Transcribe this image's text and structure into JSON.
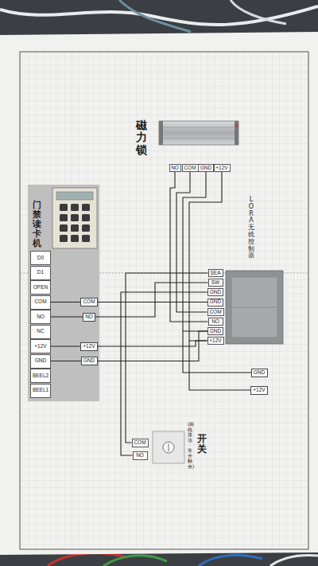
{
  "diagram": {
    "nodes": [
      {
        "text": [
          "门禁读卡机"
        ]
      },
      {
        "text": [
          "D0"
        ],
        "in": 0
      },
      {
        "text": [
          "D1"
        ],
        "in": 0
      },
      {
        "text": [
          "OPEN"
        ],
        "in": 0
      },
      {
        "text": [
          "COM"
        ],
        "in": 0
      },
      {
        "text": [
          "NO"
        ],
        "in": 0
      },
      {
        "text": [
          "NC"
        ],
        "in": 0
      },
      {
        "text": [
          "+12V"
        ],
        "in": 0
      },
      {
        "text": [
          "GND"
        ],
        "in": 0
      },
      {
        "text": [
          "BEEL2"
        ],
        "in": 0
      },
      {
        "text": [
          "BEEL1"
        ],
        "in": 0
      },
      {
        "text": [
          "磁力锁"
        ]
      },
      {
        "text": [
          "NO"
        ],
        "in": 11
      },
      {
        "text": [
          "COM"
        ],
        "in": 11
      },
      {
        "text": [
          "GND"
        ],
        "in": 11
      },
      {
        "text": [
          "+12V"
        ],
        "in": 11
      },
      {
        "text": [
          "LORA无线控制器"
        ]
      },
      {
        "text": [
          "SEA"
        ],
        "in": 16
      },
      {
        "text": [
          "SW"
        ],
        "in": 16
      },
      {
        "text": [
          "GND"
        ],
        "in": 16
      },
      {
        "text": [
          "GND"
        ],
        "in": 16
      },
      {
        "text": [
          "COM"
        ],
        "in": 16
      },
      {
        "text": [
          "NO"
        ],
        "in": 16
      },
      {
        "text": [
          "GND"
        ],
        "in": 16
      },
      {
        "text": [
          "+12V"
        ],
        "in": 16
      },
      {
        "text": [
          "开关",
          "(两线接法·常开触点)"
        ]
      },
      {
        "text": [
          "COM"
        ],
        "in": 25
      },
      {
        "text": [
          "NO"
        ],
        "in": 25
      }
    ],
    "edges": [
      {
        "from": 12,
        "to": 22,
        "arrow": "none"
      },
      {
        "from": 13,
        "to": 21,
        "arrow": "none"
      },
      {
        "from": 14,
        "to": 23,
        "arrow": "none"
      },
      {
        "from": 15,
        "to": 24,
        "arrow": "none"
      },
      {
        "from": 4,
        "to": 20,
        "arrow": "none"
      },
      {
        "from": 5,
        "to": 18,
        "arrow": "none"
      },
      {
        "from": 7,
        "to": 24,
        "arrow": "none"
      },
      {
        "from": 8,
        "to": 23,
        "arrow": "none"
      },
      {
        "from": 26,
        "to": 17,
        "arrow": "none"
      },
      {
        "from": 27,
        "to": 19,
        "arrow": "none"
      }
    ],
    "labels": [
      "COM",
      "NO",
      "+12V",
      "GND",
      "GND",
      "+12V"
    ]
  }
}
